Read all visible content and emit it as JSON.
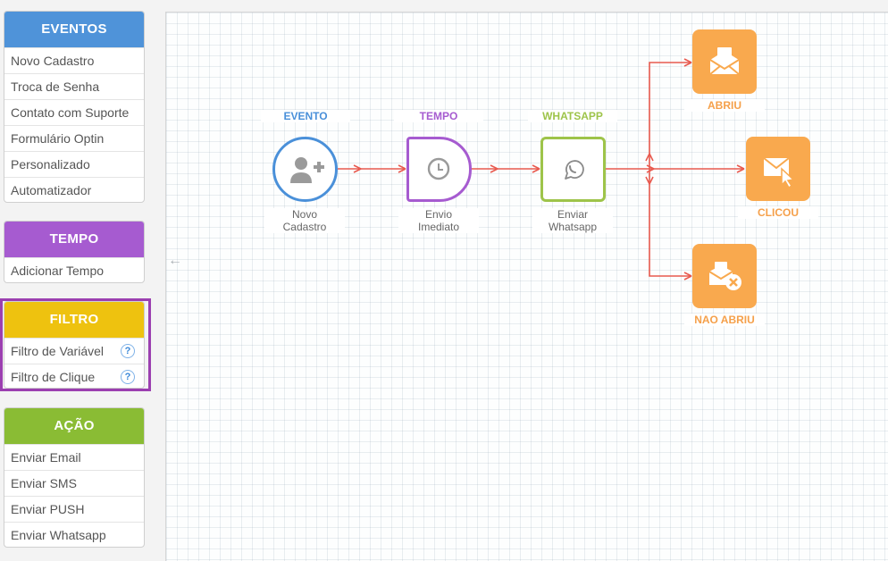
{
  "sidebar": {
    "eventos": {
      "title": "EVENTOS",
      "color": "#4f93d9",
      "items": [
        "Novo Cadastro",
        "Troca de Senha",
        "Contato com Suporte",
        "Formulário Optin",
        "Personalizado",
        "Automatizador"
      ]
    },
    "tempo": {
      "title": "TEMPO",
      "color": "#a65bd0",
      "items": [
        "Adicionar Tempo"
      ]
    },
    "filtro": {
      "title": "FILTRO",
      "color": "#eec20f",
      "items": [
        "Filtro de Variável",
        "Filtro de Clique"
      ],
      "help": "?"
    },
    "acao": {
      "title": "AÇÃO",
      "color": "#8abc34",
      "items": [
        "Enviar Email",
        "Enviar SMS",
        "Enviar PUSH",
        "Enviar Whatsapp"
      ]
    }
  },
  "canvas": {
    "collapse_arrow": "←",
    "nodes": {
      "evento": {
        "title": "EVENTO",
        "label_line1": "Novo",
        "label_line2": "Cadastro",
        "color": "#4a90d9",
        "icon": "user-plus-icon"
      },
      "tempo": {
        "title": "TEMPO",
        "label_line1": "Envio",
        "label_line2": "Imediato",
        "color": "#a65bd0",
        "icon": "clock-icon"
      },
      "whatsapp": {
        "title": "WHATSAPP",
        "label_line1": "Enviar",
        "label_line2": "Whatsapp",
        "color": "#9ec44a",
        "icon": "whatsapp-icon"
      }
    },
    "outcomes": {
      "abriu": {
        "label": "ABRIU",
        "icon": "envelope-open-icon"
      },
      "clicou": {
        "label": "CLICOU",
        "icon": "envelope-click-icon"
      },
      "nao_abriu": {
        "label": "NAO ABRIU",
        "icon": "envelope-cancel-icon"
      }
    },
    "connector_color": "#e85a4f",
    "outcome_color": "#f9a94e"
  }
}
